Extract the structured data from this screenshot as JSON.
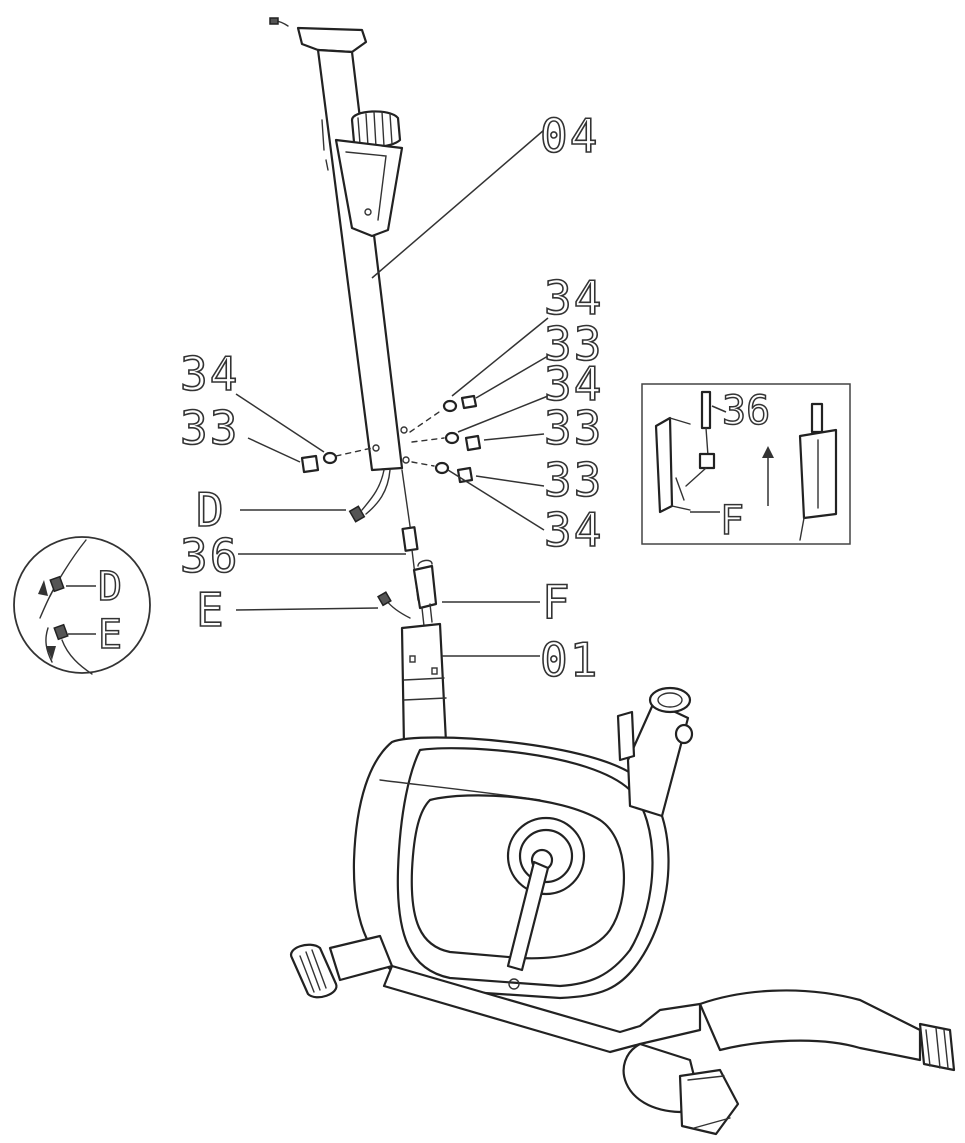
{
  "diagram": {
    "labels": {
      "post": "04",
      "washer": "34",
      "bolt": "33",
      "wire_d": "D",
      "wire_e": "E",
      "connector_f": "F",
      "cable": "36",
      "frame": "01"
    },
    "inset_right": {
      "cable": "36",
      "connector": "F"
    },
    "inset_left": {
      "wire_d": "D",
      "wire_e": "E"
    }
  }
}
